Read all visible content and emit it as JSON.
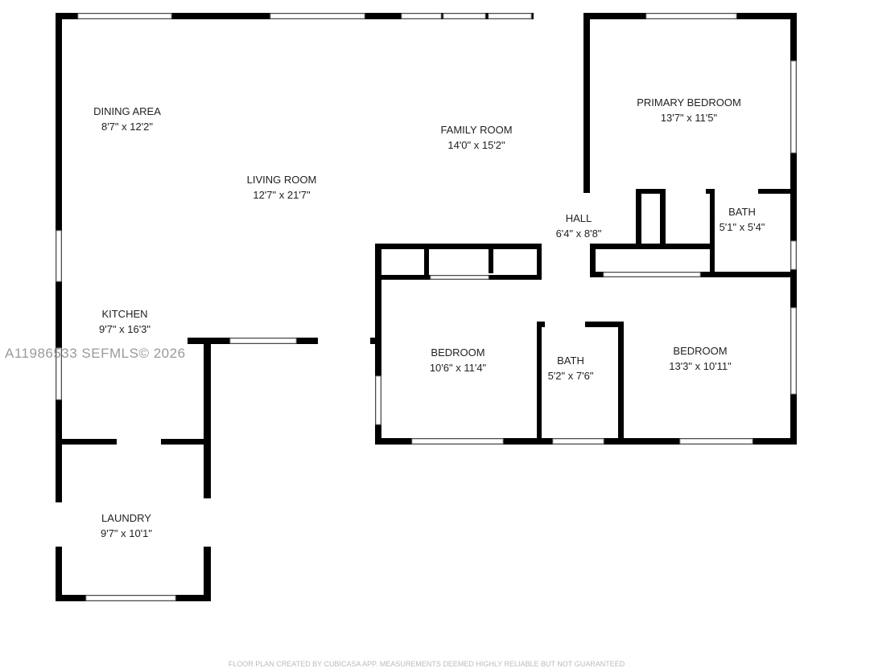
{
  "rooms": [
    {
      "name": "DINING AREA",
      "size": "8'7\" x 12'2\""
    },
    {
      "name": "LIVING ROOM",
      "size": "12'7\" x 21'7\""
    },
    {
      "name": "FAMILY ROOM",
      "size": "14'0\" x 15'2\""
    },
    {
      "name": "PRIMARY BEDROOM",
      "size": "13'7\" x 11'5\""
    },
    {
      "name": "HALL",
      "size": "6'4\" x 8'8\""
    },
    {
      "name": "BATH",
      "size": "5'1\" x 5'4\""
    },
    {
      "name": "KITCHEN",
      "size": "9'7\" x 16'3\""
    },
    {
      "name": "BEDROOM",
      "size": "10'6\" x 11'4\""
    },
    {
      "name": "BATH",
      "size": "5'2\" x 7'6\""
    },
    {
      "name": "BEDROOM",
      "size": "13'3\" x 10'11\""
    },
    {
      "name": "LAUNDRY",
      "size": "9'7\" x 10'1\""
    }
  ],
  "watermark": "A11986533  SEFMLS© 2026",
  "footer": "FLOOR PLAN CREATED BY CUBICASA APP. MEASUREMENTS DEEMED HIGHLY RELIABLE BUT NOT GUARANTEED",
  "colors": {
    "wall": "#000000",
    "window": "#ffffff",
    "window_outline": "#999999"
  }
}
